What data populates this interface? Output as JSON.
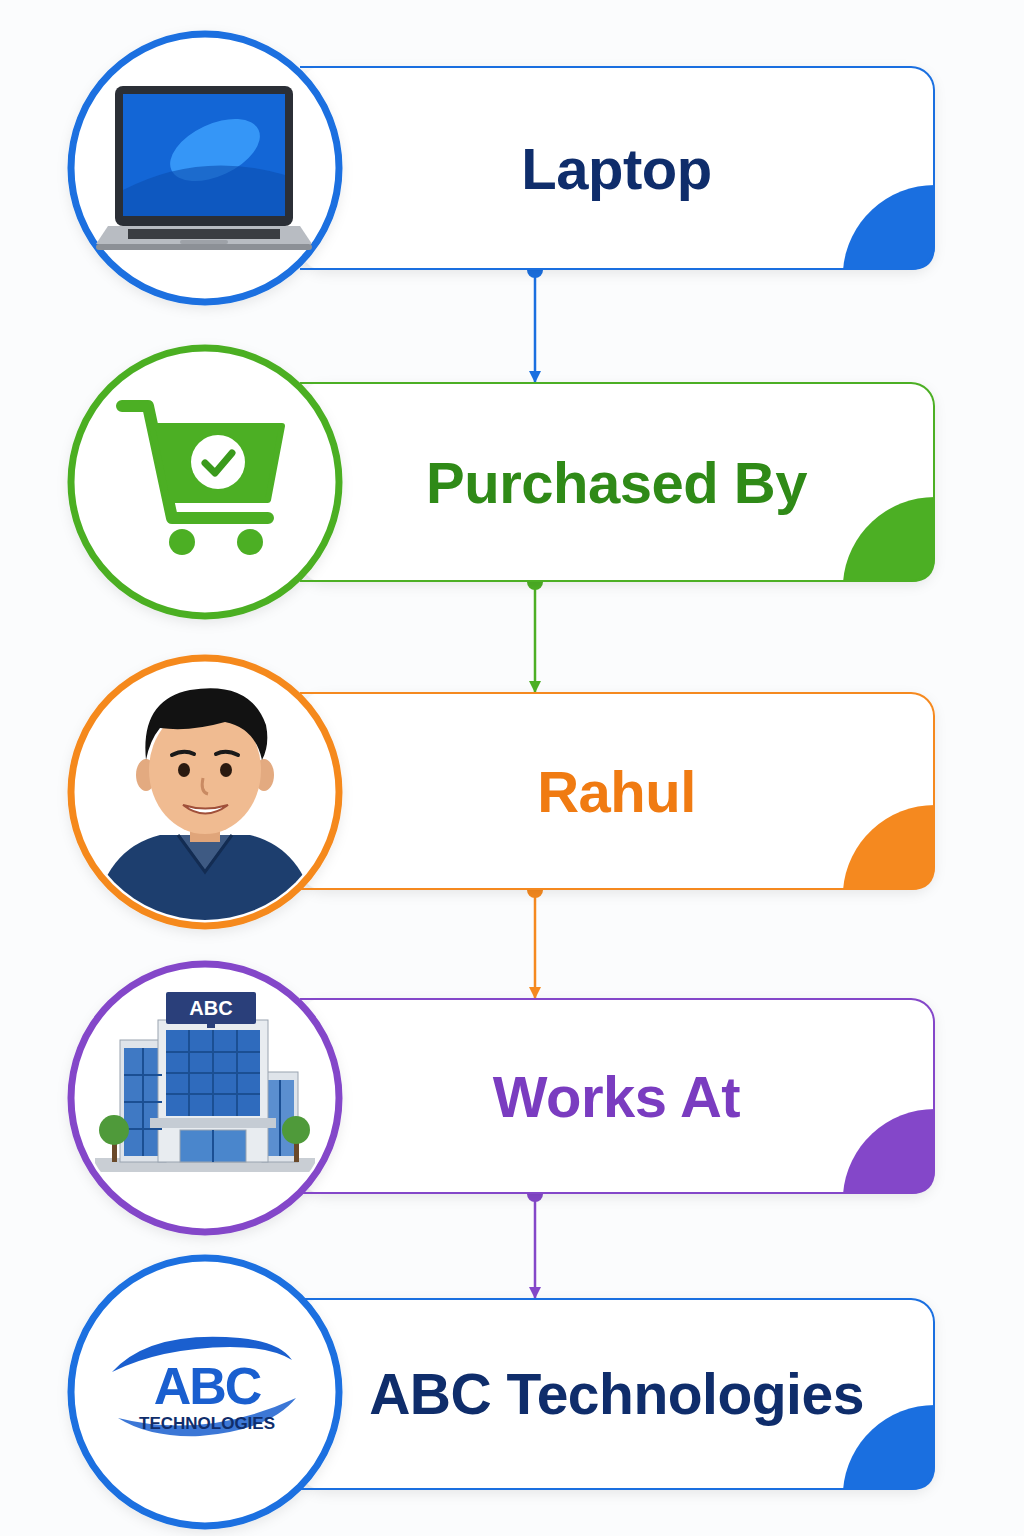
{
  "diagram": {
    "nodes": [
      {
        "text": [
          "Laptop"
        ]
      },
      {
        "text": [
          "Purchased By"
        ]
      },
      {
        "text": [
          "Rahul"
        ]
      },
      {
        "text": [
          "Works At"
        ]
      },
      {
        "text": [
          "ABC Technologies"
        ]
      }
    ],
    "edges": [
      {
        "from": 0,
        "to": 1,
        "arrow": "to"
      },
      {
        "from": 1,
        "to": 2,
        "arrow": "to"
      },
      {
        "from": 2,
        "to": 3,
        "arrow": "to"
      },
      {
        "from": 3,
        "to": 4,
        "arrow": "to"
      }
    ],
    "labels": [
      "ABC",
      "ABC",
      "TECHNOLOGIES"
    ]
  }
}
